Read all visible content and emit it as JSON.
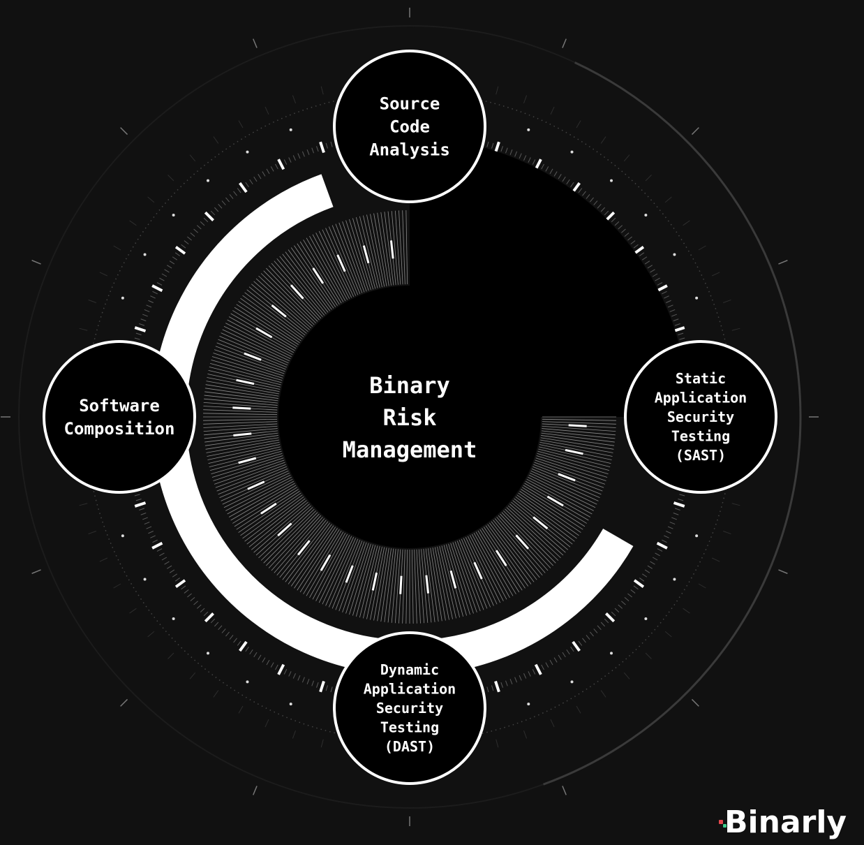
{
  "center": {
    "lines": [
      "Binary",
      "Risk",
      "Management"
    ]
  },
  "nodes": [
    {
      "id": "source-code-analysis",
      "lines": [
        "Source",
        "Code",
        "Analysis"
      ]
    },
    {
      "id": "sast",
      "lines": [
        "Static",
        "Application",
        "Security",
        "Testing",
        "(SAST)"
      ]
    },
    {
      "id": "dast",
      "lines": [
        "Dynamic",
        "Application",
        "Security",
        "Testing",
        "(DAST)"
      ]
    },
    {
      "id": "software-composition",
      "lines": [
        "Software",
        "Composition"
      ]
    }
  ],
  "brand": {
    "logo_text": "Binarly"
  },
  "colors": {
    "background": "#111111",
    "ring": "#ffffff",
    "node_fill": "#000000",
    "node_stroke": "#ffffff",
    "accent_red": "#e5484d",
    "accent_green": "#3ecf8e"
  }
}
